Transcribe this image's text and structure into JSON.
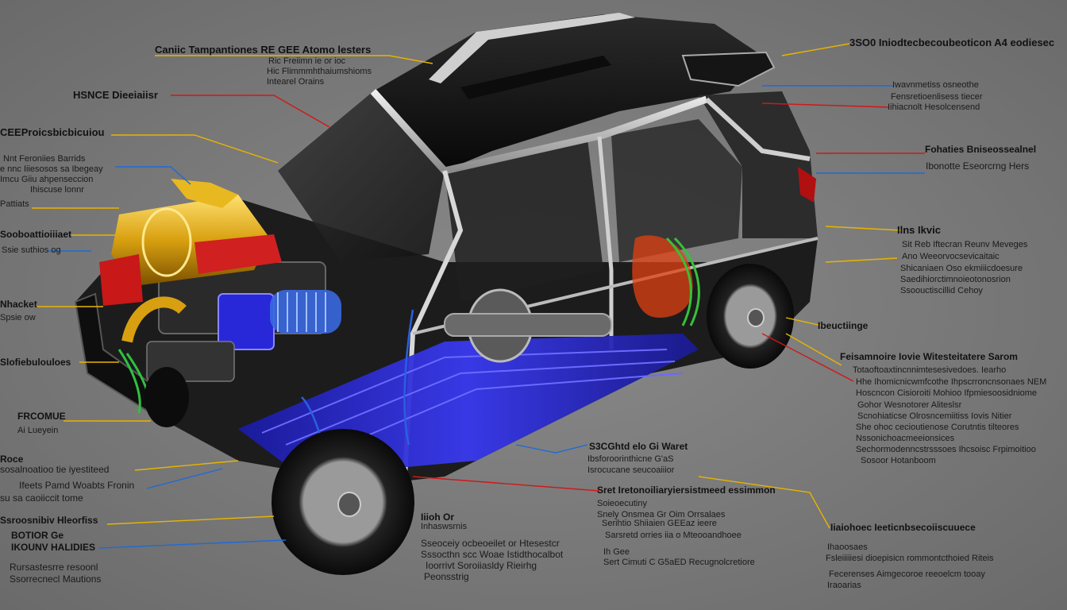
{
  "colors": {
    "background": "#777777",
    "leader_yellow": "#e8b400",
    "leader_red": "#d01818",
    "leader_blue": "#1e6ad8",
    "battery_blue": "#2a2ad8",
    "engine_gold": "#d8a010",
    "engine_red": "#c81818",
    "body_black": "#141414",
    "body_silver": "#c9c9c9"
  },
  "labels": {
    "top_center": {
      "title": "Caniic Tampantiones RE GEE Atomo lesters",
      "lines": [
        "Ric Freiimn ie or ioc",
        "Hic Flimmmhthaiumshioms",
        "Intearel Orains"
      ]
    },
    "left_1": {
      "title": "HSNCE Dieeiaiisr"
    },
    "left_2": {
      "title": "CEEProicsbicbicuiou",
      "lines": [
        "Nnt Feroniies Barrids",
        "e nnc Iiiesosos sa Ibegeay",
        "Imcu Giiu ahpenseccion",
        "Ihiscuse lonnr"
      ]
    },
    "left_3": {
      "title": "Pattiats"
    },
    "left_4": {
      "title": "Sooboattioiiiaet",
      "lines": [
        "Ssie suthios og"
      ]
    },
    "left_5": {
      "title": "Nhacket",
      "lines": [
        "Spsie ow"
      ]
    },
    "left_6": {
      "title": "Slofiebulouloes"
    },
    "left_7": {
      "title": "FRCOMUE",
      "lines": [
        "Ai Lueyein"
      ]
    },
    "left_8": {
      "title": "Roce",
      "lines": [
        "sosalnoatioo tie iyestiteed"
      ]
    },
    "left_9": {
      "lines": [
        "Ifeets Pamd Woabts Fronin",
        "su sa caoiiccit tome"
      ]
    },
    "left_10": {
      "title": "Ssroosnibiv Hleorfiss",
      "lines": [
        "BOTIOR Ge",
        "IKOUNV HALIDIES"
      ]
    },
    "left_11": {
      "lines": [
        "Rursastesrre resoonl",
        "Ssorrecnecl Mautions"
      ]
    },
    "top_right": {
      "title": "3SO0 Iniodtecbecoubeoticon A4 eodiesec",
      "lines": [
        "Iwavnmetiss osneothe",
        "Fensretioenlisess tiecer",
        "Iihiacnolt Hesolcensend"
      ]
    },
    "right_1": {
      "title": "Fohaties Bniseossealnel",
      "lines": [
        "Ibonotte Eseorcrng Hers"
      ]
    },
    "right_2": {
      "title": "Ilns Ikvic",
      "lines": [
        "Sit Reb Iftecran Reunv Meveges",
        "Ano Weeorvocsevicaitaic",
        "Shicaniaen Oso ekmiiicdoesure",
        "Saedihiorctimnoieotonosrion",
        "Ssoouctiscillid Cehoy"
      ]
    },
    "right_3": {
      "title": "Ibeuctiinge"
    },
    "right_4": {
      "title": "Feisamnoire Iovie Witesteitatere Sarom",
      "lines": [
        "Totaoftoaxtincnnimtesesivedoes. Iearho",
        "Hhe Ihomicnicwmfcothe Ihpscrroncnsonaes NEM",
        "Hoscncon Cisioroiti Mohioo Ifpmiesoosidniome",
        "Gohor Wesnotorer Aliteslsr",
        "Scnohiaticse Olrosncemiitiss Iovis Nitier",
        "She ohoc cecioutienose Corutntis tilteores",
        "Nssonichoacmeeionsices",
        "Sechormodenncstrsssoes Ihcsoisc Frpimoitioo",
        "Sosoor Hotanboom"
      ]
    },
    "right_5": {
      "title": "Iiaiohoec Ieeticnbsecoiiscuuece",
      "lines": [
        "Ihaoosaes",
        "Fsleiiiiiesi dioepisicn rommontcthoied Riteis",
        "Fecerenses Aimgecoroe reeoelcm tooay",
        "Iraoarias"
      ]
    },
    "center_1": {
      "title": "S3CGhtd elo Gi Waret",
      "lines": [
        "Ibsforoorinthicne G'aS",
        "Isrocucane seucoaiiior"
      ]
    },
    "center_2": {
      "title": "Sret Iretonoiliaryiersistmeed essimmon",
      "lines": [
        "Soieoecutiny",
        "Snely Onsmea Gr Oim Orrsalaes",
        "Serihtio Shiiaien GEEaz ieere",
        "Sarsretd orries iia o Mteooandhoee",
        "Ih Gee",
        "Sert Cimuti C G5aED Recugnolcretiore"
      ]
    },
    "center_3": {
      "title": "Iiioh Or",
      "lines": [
        "Inhaswsrnis"
      ]
    },
    "center_4": {
      "lines": [
        "Sseoceiy ocbeoeilet or Htesestcr",
        "Sssocthn scc Woae Istidthocalbot",
        "Ioorrivt Soroiiasldy Rieirhg",
        "Peonsstrig"
      ]
    }
  }
}
